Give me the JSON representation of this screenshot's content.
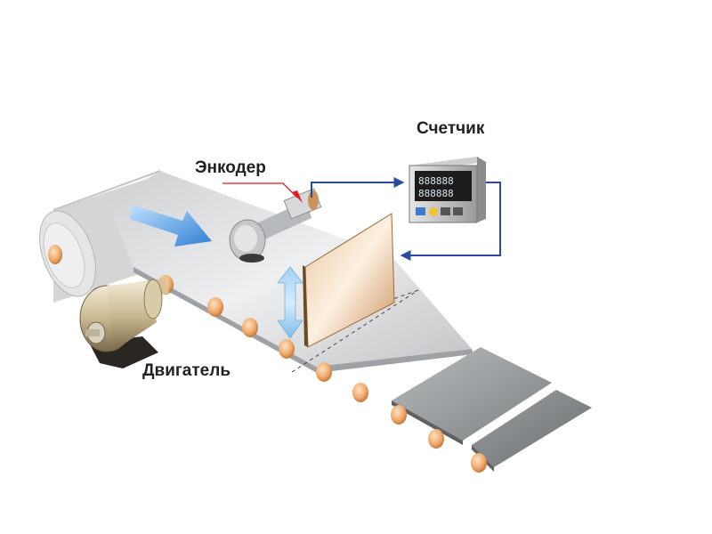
{
  "labels": {
    "counter": "Счетчик",
    "encoder": "Энкодер",
    "motor": "Двигатель"
  },
  "counter_display": {
    "top_row": "888888",
    "bottom_row": "888888"
  },
  "icons": [
    "conveyor-roller-icon",
    "motor-icon",
    "encoder-icon",
    "counter-icon",
    "cutter-blade-icon",
    "flow-arrow-icon",
    "vertical-motion-arrow-icon"
  ],
  "colors": {
    "signal_line": "#2c4aa0",
    "encoder_pointer": "#e11b22",
    "roller": "#f0b27a",
    "belt_top": "#d9dadc",
    "sheet": "#8c8f90",
    "flow_arrow": "#4a90d9"
  }
}
